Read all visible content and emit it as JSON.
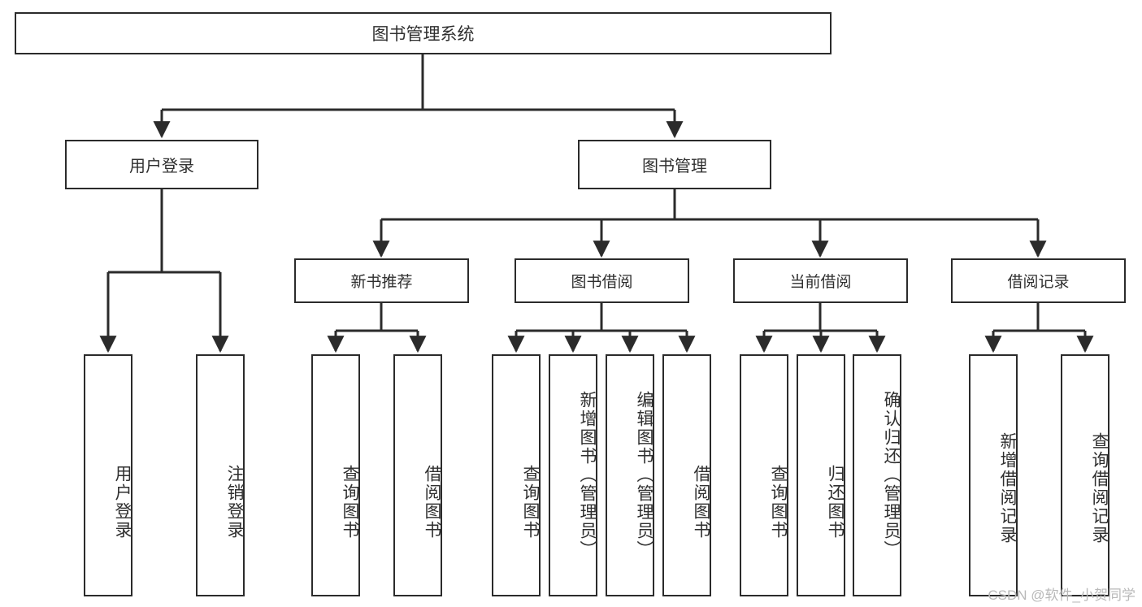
{
  "diagram": {
    "type": "tree",
    "title": "图书管理系统",
    "stroke_color": "#2b2b2b",
    "text_color": "#2f2f2f",
    "background": "#ffffff",
    "root": {
      "label": "图书管理系统"
    },
    "level1": [
      {
        "label": "用户登录"
      },
      {
        "label": "图书管理"
      }
    ],
    "level2": [
      {
        "label": "新书推荐"
      },
      {
        "label": "图书借阅"
      },
      {
        "label": "当前借阅"
      },
      {
        "label": "借阅记录"
      }
    ],
    "leaves": {
      "user_login": [
        {
          "label": "用户登录"
        },
        {
          "label": "注销登录"
        }
      ],
      "new_book_recommend": [
        {
          "label": "查询图书"
        },
        {
          "label": "借阅图书"
        }
      ],
      "book_borrow": [
        {
          "label": "查询图书"
        },
        {
          "label": "新增图书（管理员）"
        },
        {
          "label": "编辑图书（管理员）"
        },
        {
          "label": "借阅图书"
        }
      ],
      "current_borrow": [
        {
          "label": "查询图书"
        },
        {
          "label": "归还图书"
        },
        {
          "label": "确认归还（管理员）"
        }
      ],
      "borrow_record": [
        {
          "label": "新增借阅记录"
        },
        {
          "label": "查询借阅记录"
        }
      ]
    }
  },
  "watermark": {
    "text": "CSDN @软件_小贺同学"
  }
}
